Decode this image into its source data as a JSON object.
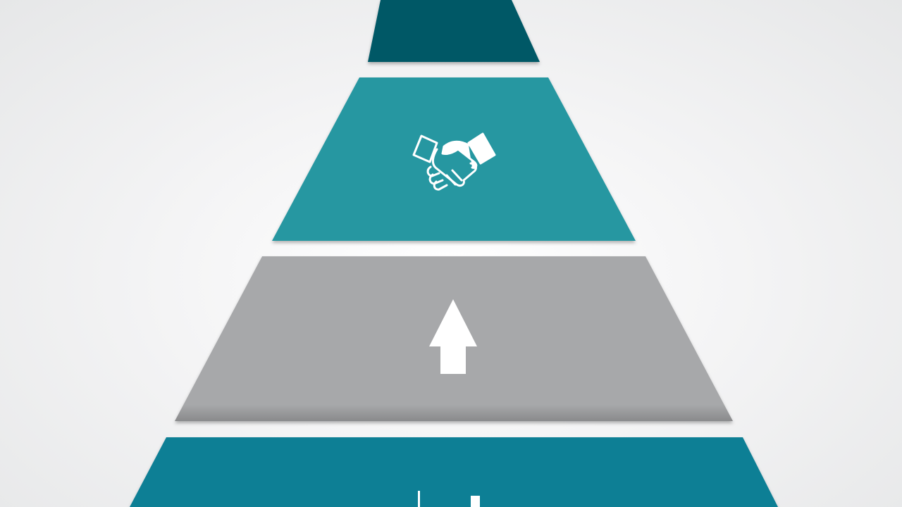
{
  "pyramid": {
    "tiers": [
      {
        "id": "tier-top",
        "color": "#055866",
        "icon": "none"
      },
      {
        "id": "tier-handshake",
        "color": "#2697a1",
        "icon": "handshake-icon"
      },
      {
        "id": "tier-growth",
        "color": "#a7a8aa",
        "icon": "up-arrow-icon"
      },
      {
        "id": "tier-base",
        "color": "#107f95",
        "icon": "bar-chart-icon"
      }
    ]
  }
}
